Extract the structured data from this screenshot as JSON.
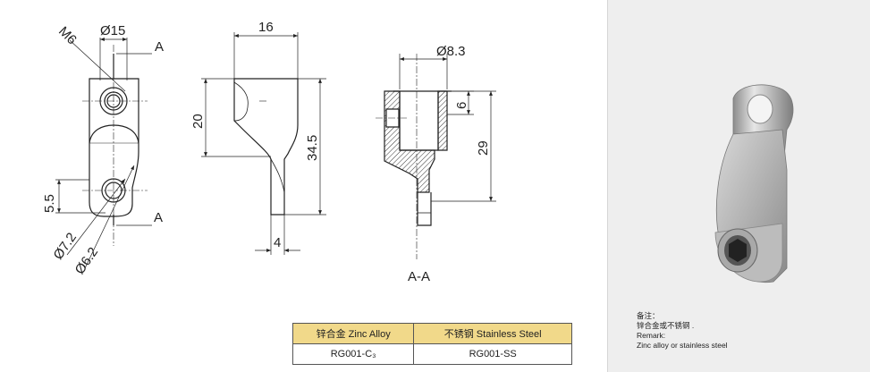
{
  "drawing": {
    "dims": {
      "m6": "M6",
      "dia15": "Ø15",
      "section_mark_top": "A",
      "section_mark_bottom": "A",
      "d5_5": "5.5",
      "dia7_2": "Ø7.2",
      "dia6_2": "Ø6.2",
      "d16": "16",
      "d20": "20",
      "d34_5": "34.5",
      "d4": "4",
      "dia8_3": "Ø8.3",
      "d6": "6",
      "d29": "29",
      "section_label": "A-A"
    }
  },
  "table": {
    "headers": [
      "锌合金 Zinc Alloy",
      "不锈钢 Stainless Steel"
    ],
    "rows": [
      [
        "RG001-C₃",
        "RG001-SS"
      ]
    ]
  },
  "remark": {
    "cn_label": "备注：",
    "cn_text": "锌合金或不锈钢 .",
    "en_label": "Remark:",
    "en_text": "Zinc alloy or stainless steel"
  }
}
